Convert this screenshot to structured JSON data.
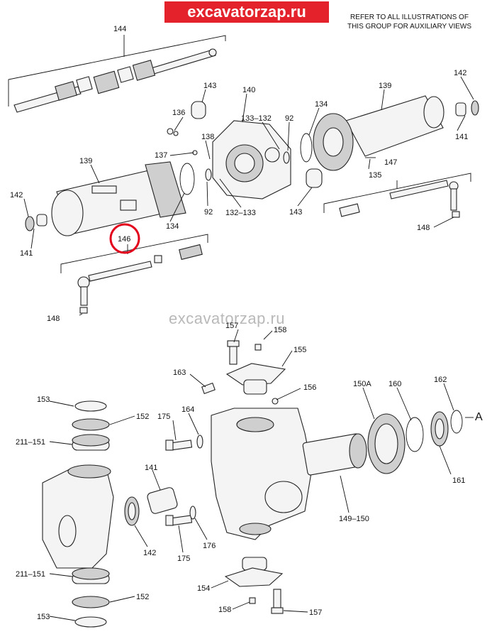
{
  "header": {
    "brand": "excavatorzap.ru",
    "note_line1": "REFER TO ALL ILLUSTRATIONS OF",
    "note_line2": "THIS GROUP FOR AUXILIARY VIEWS",
    "watermark": "excavatorzap.ru"
  },
  "colors": {
    "brand": "#e3222b",
    "highlight": "#e3001b",
    "watermark": "#b9b9b9"
  },
  "callouts": {
    "c144": "144",
    "c143a": "143",
    "c140": "140",
    "c139a": "139",
    "c142a": "142",
    "c136": "136",
    "c133_132a": "133–132",
    "c92a": "92",
    "c134a": "134",
    "c141a": "141",
    "c138": "138",
    "c137": "137",
    "c139b": "139",
    "c135": "135",
    "c147": "147",
    "c142b": "142",
    "c143b": "143",
    "c134b": "134",
    "c92b": "92",
    "c132_133": "132–133",
    "c141b": "141",
    "c146": "146",
    "c148a": "148",
    "c148b": "148",
    "c157a": "157",
    "c158a": "158",
    "c155": "155",
    "c163": "163",
    "c156": "156",
    "c150a": "150A",
    "c160": "160",
    "c162": "162",
    "cA": "A",
    "c153a": "153",
    "c152a": "152",
    "c175a": "175",
    "c164": "164",
    "c211_151a": "211–151",
    "c141c": "141",
    "c161": "161",
    "c149_150": "149–150",
    "c142c": "142",
    "c175b": "175",
    "c176": "176",
    "c211_151b": "211–151",
    "c152b": "152",
    "c154": "154",
    "c153b": "153",
    "c158b": "158",
    "c157b": "157"
  }
}
